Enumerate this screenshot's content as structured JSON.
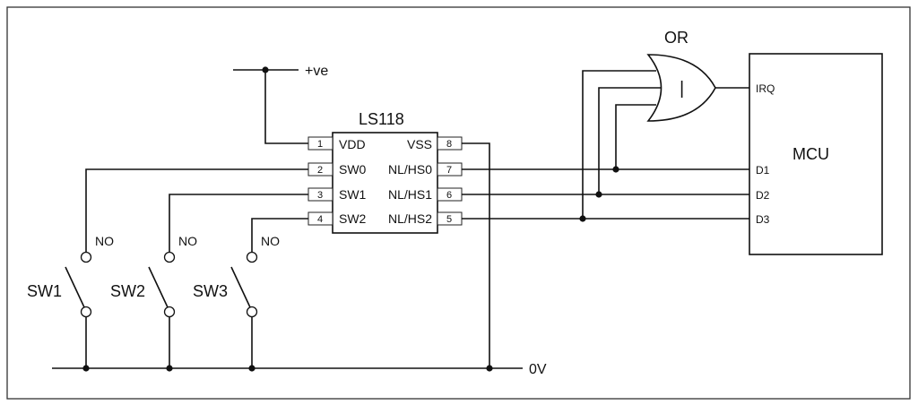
{
  "diagram": {
    "power_label": "+ve",
    "ground_label": "0V",
    "ic": {
      "name": "LS118",
      "left_pins": [
        {
          "num": "1",
          "name": "VDD"
        },
        {
          "num": "2",
          "name": "SW0"
        },
        {
          "num": "3",
          "name": "SW1"
        },
        {
          "num": "4",
          "name": "SW2"
        }
      ],
      "right_pins": [
        {
          "num": "8",
          "name": "VSS"
        },
        {
          "num": "7",
          "name": "NL/HS0"
        },
        {
          "num": "6",
          "name": "NL/HS1"
        },
        {
          "num": "5",
          "name": "NL/HS2"
        }
      ]
    },
    "or_gate": {
      "label": "OR",
      "symbol": "|"
    },
    "mcu": {
      "name": "MCU",
      "pins": [
        "IRQ",
        "D1",
        "D2",
        "D3"
      ]
    },
    "switches": [
      {
        "name": "SW1",
        "contact": "NO"
      },
      {
        "name": "SW2",
        "contact": "NO"
      },
      {
        "name": "SW3",
        "contact": "NO"
      }
    ]
  }
}
